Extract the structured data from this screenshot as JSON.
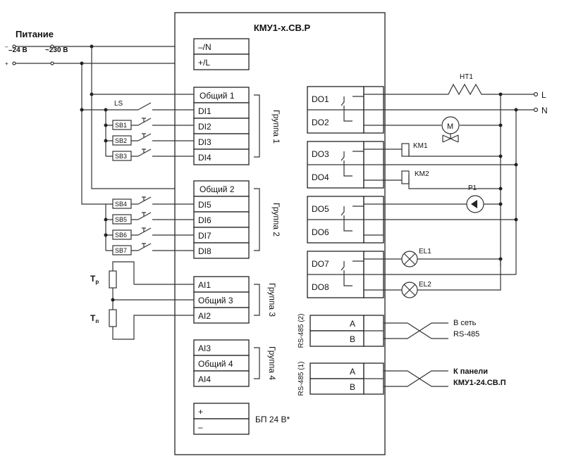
{
  "device": {
    "title": "КМУ1-х.СВ.Р"
  },
  "power": {
    "title": "Питание",
    "dc": "–24 В",
    "ac": "~230 В",
    "minus": "–",
    "plus": "+",
    "n": "–/N",
    "l": "+/L"
  },
  "group1": {
    "label": "Группа 1",
    "common": "Общий 1",
    "inputs": [
      "DI1",
      "DI2",
      "DI3",
      "DI4"
    ]
  },
  "group2": {
    "label": "Группа 2",
    "common": "Общий 2",
    "inputs": [
      "DI5",
      "DI6",
      "DI7",
      "DI8"
    ]
  },
  "group3": {
    "label": "Группа 3",
    "ai1": "AI1",
    "common": "Общий 3",
    "ai2": "AI2"
  },
  "group4": {
    "label": "Группа 4",
    "ai3": "AI3",
    "common": "Общий 4",
    "ai4": "AI4"
  },
  "switches": {
    "ls": "LS",
    "sb": [
      "SB1",
      "SB2",
      "SB3",
      "SB4",
      "SB5",
      "SB6",
      "SB7"
    ]
  },
  "sensors": {
    "tp_base": "T",
    "tp_sub": "р",
    "tn_base": "T",
    "tn_sub": "п"
  },
  "outputs": {
    "do": [
      "DO1",
      "DO2",
      "DO3",
      "DO4",
      "DO5",
      "DO6",
      "DO7",
      "DO8"
    ]
  },
  "loads": {
    "ht1": "HT1",
    "m": "M",
    "km1": "KM1",
    "km2": "KM2",
    "p1": "P1",
    "el1": "EL1",
    "el2": "EL2",
    "l": "L",
    "n": "N"
  },
  "rs485_2": {
    "label": "RS-485 (2)",
    "a": "A",
    "b": "B",
    "dest_line1": "В сеть",
    "dest_line2": "RS-485"
  },
  "rs485_1": {
    "label": "RS-485 (1)",
    "a": "A",
    "b": "B",
    "dest_line1": "К панели",
    "dest_line2": "КМУ1-24.СВ.П"
  },
  "psu": {
    "plus": "+",
    "minus": "–",
    "label": "БП 24 В*"
  }
}
